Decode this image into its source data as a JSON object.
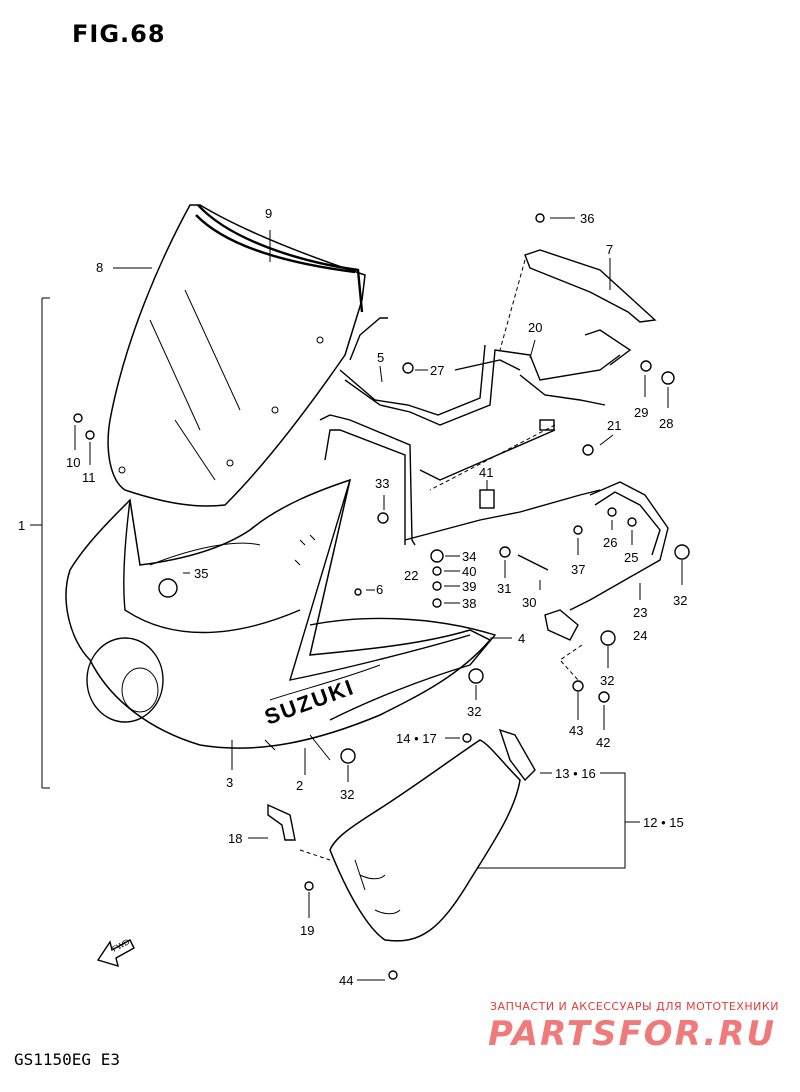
{
  "figure": {
    "title": "FIG.68",
    "model_code": "GS1150EG E3"
  },
  "watermark": {
    "subtitle": "ЗАПЧАСТИ И АКСЕССУАРЫ ДЛЯ МОТОТЕХНИКИ",
    "logo": "PARTSFOR.RU"
  },
  "fairing_badge": "SUZUKI",
  "fwd_arrow": "FWD",
  "callouts": {
    "c1": "1",
    "c2": "2",
    "c3": "3",
    "c4": "4",
    "c5": "5",
    "c6": "6",
    "c7": "7",
    "c8": "8",
    "c9": "9",
    "c10": "10",
    "c11": "11",
    "c12_15": "12 • 15",
    "c13_16": "13 • 16",
    "c14_17": "14 • 17",
    "c18": "18",
    "c19": "19",
    "c20": "20",
    "c21": "21",
    "c22": "22",
    "c23": "23",
    "c24": "24",
    "c25": "25",
    "c26": "26",
    "c27": "27",
    "c28": "28",
    "c29": "29",
    "c30": "30",
    "c31": "31",
    "c32a": "32",
    "c32b": "32",
    "c32c": "32",
    "c32d": "32",
    "c33": "33",
    "c34": "34",
    "c35": "35",
    "c36": "36",
    "c37": "37",
    "c38": "38",
    "c39": "39",
    "c40": "40",
    "c41": "41",
    "c42": "42",
    "c43": "43",
    "c44": "44"
  }
}
